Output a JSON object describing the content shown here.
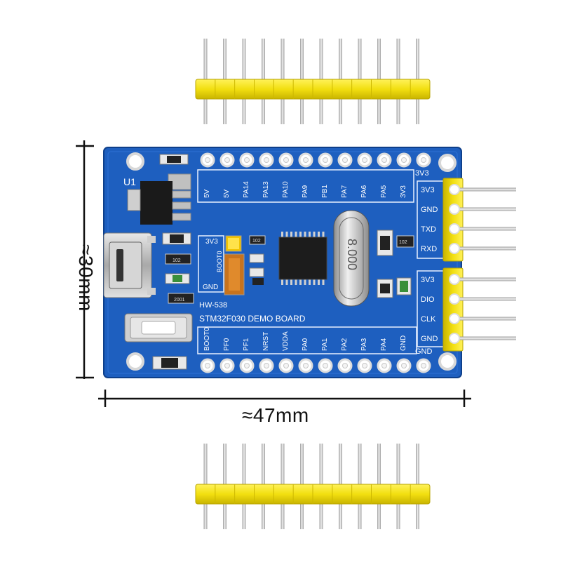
{
  "dimensions": {
    "width": "≈47mm",
    "height": "≈30mm"
  },
  "board": {
    "model": "HW-538",
    "name": "STM32F030 DEMO BOARD",
    "regulator_label": "U1",
    "top_pins": [
      "5V",
      "5V",
      "PA14",
      "PA13",
      "PA10",
      "PA9",
      "PB1",
      "PA7",
      "PA6",
      "PA5",
      "3V3"
    ],
    "top_corner_label": "3V3",
    "bottom_pins": [
      "BOOT0",
      "PF0",
      "PF1",
      "NRST",
      "VDDA",
      "PA0",
      "PA1",
      "PA2",
      "PA3",
      "PA4",
      "GND"
    ],
    "bottom_corner_label": "GND",
    "right_header_1": [
      "3V3",
      "GND",
      "TXD",
      "RXD"
    ],
    "right_header_2": [
      "3V3",
      "DIO",
      "CLK",
      "GND"
    ],
    "jumper_labels": [
      "3V3",
      "BOOT0",
      "GND"
    ],
    "resistor_codes": [
      "102",
      "102",
      "102",
      "2001"
    ],
    "crystal_marking": "8.000"
  },
  "colors": {
    "pcb": "#1e5fbf",
    "header_plastic": "#f2e21a",
    "pin": "#c8c8c8",
    "silk": "#ffffff"
  }
}
